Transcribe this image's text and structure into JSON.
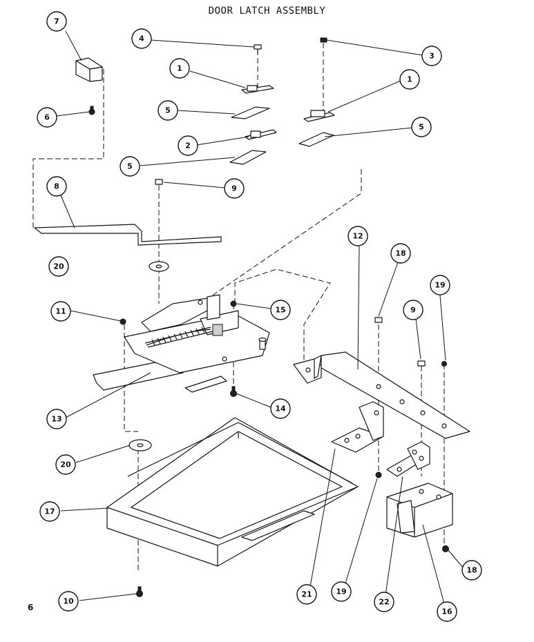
{
  "title": "DOOR LATCH ASSEMBLY",
  "page_number": "6",
  "callouts": [
    "7",
    "4",
    "3",
    "1",
    "1",
    "6",
    "5",
    "5",
    "2",
    "5",
    "8",
    "9",
    "20",
    "12",
    "18",
    "19",
    "11",
    "15",
    "9",
    "13",
    "14",
    "20",
    "17",
    "21",
    "19",
    "22",
    "16",
    "18",
    "10"
  ]
}
